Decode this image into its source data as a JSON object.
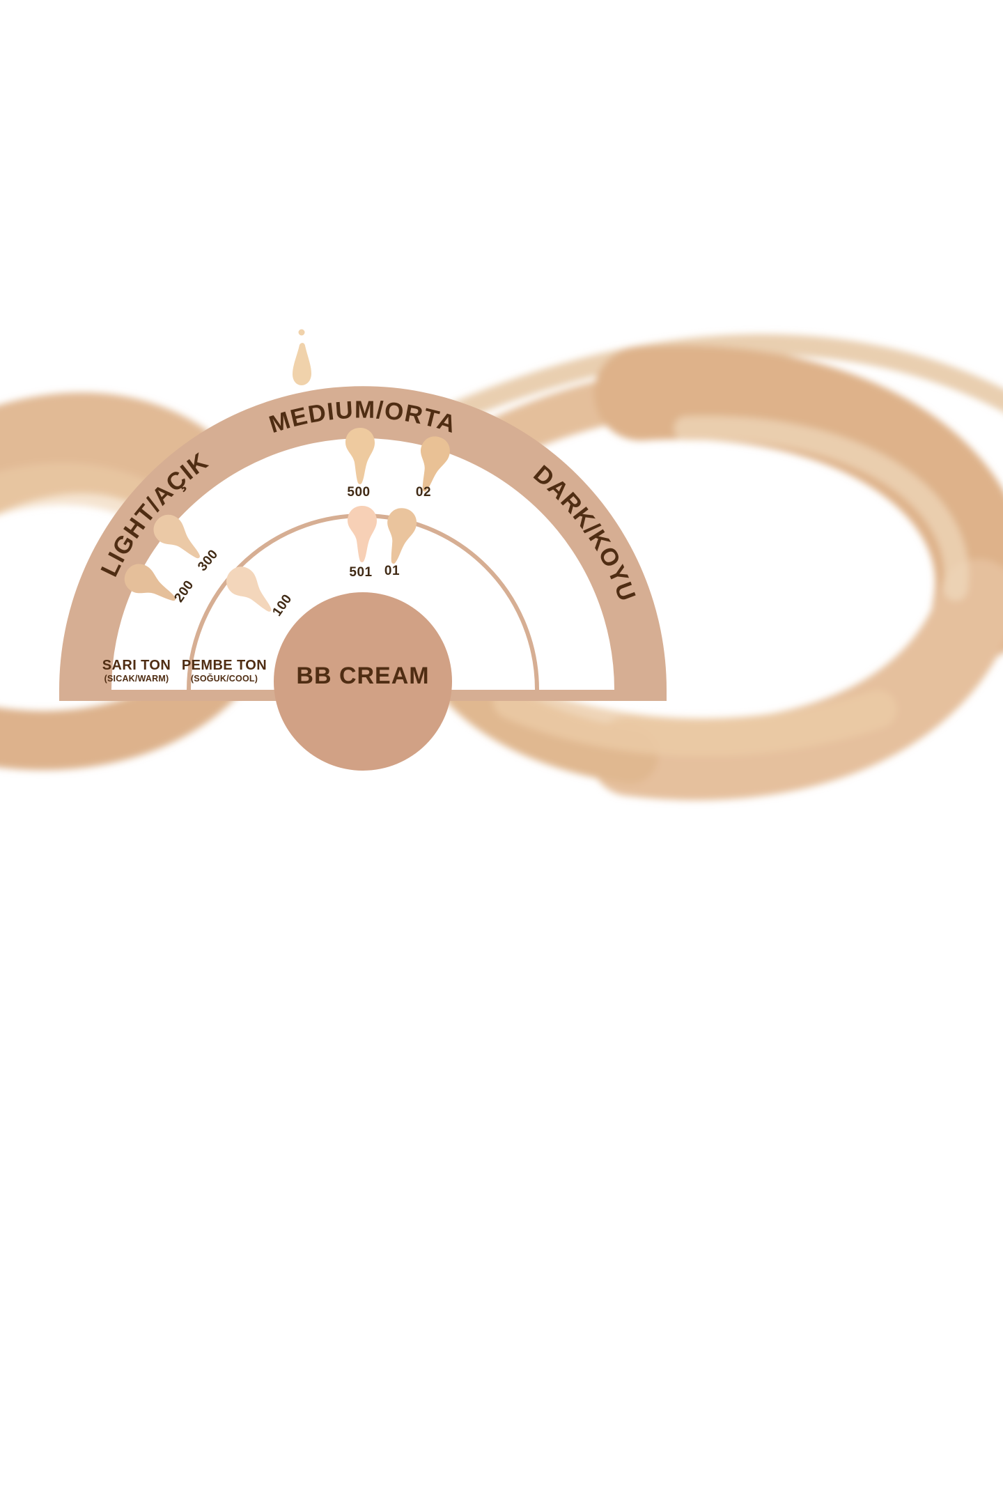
{
  "product": {
    "title": "BB CREAM"
  },
  "gauge": {
    "sections": {
      "light": "LIGHT/AÇIK",
      "medium": "MEDIUM/ORTA",
      "dark": "DARK/KOYU"
    },
    "tone_groups": [
      {
        "name": "SARI TON",
        "subtitle": "(SICAK/WARM)"
      },
      {
        "name": "PEMBE TON",
        "subtitle": "(SOĞUK/COOL)"
      }
    ],
    "shades": [
      {
        "label": "300",
        "color": "#ebc9a6"
      },
      {
        "label": "200",
        "color": "#e5bf9a"
      },
      {
        "label": "100",
        "color": "#f3d6bb"
      },
      {
        "label": "500",
        "color": "#eeca9f"
      },
      {
        "label": "02",
        "color": "#e9c195"
      },
      {
        "label": "501",
        "color": "#f7d0b6"
      },
      {
        "label": "01",
        "color": "#eac49d"
      }
    ]
  },
  "colors": {
    "band": "#d6ae93",
    "inner_arc_stroke": "#d6ae93",
    "baseline_strip": "#d6ae93",
    "center_circle": "#d1a185",
    "heading_text": "#4f2d13",
    "shade_label_text": "#402a15",
    "splash": "#f0d2ab"
  }
}
